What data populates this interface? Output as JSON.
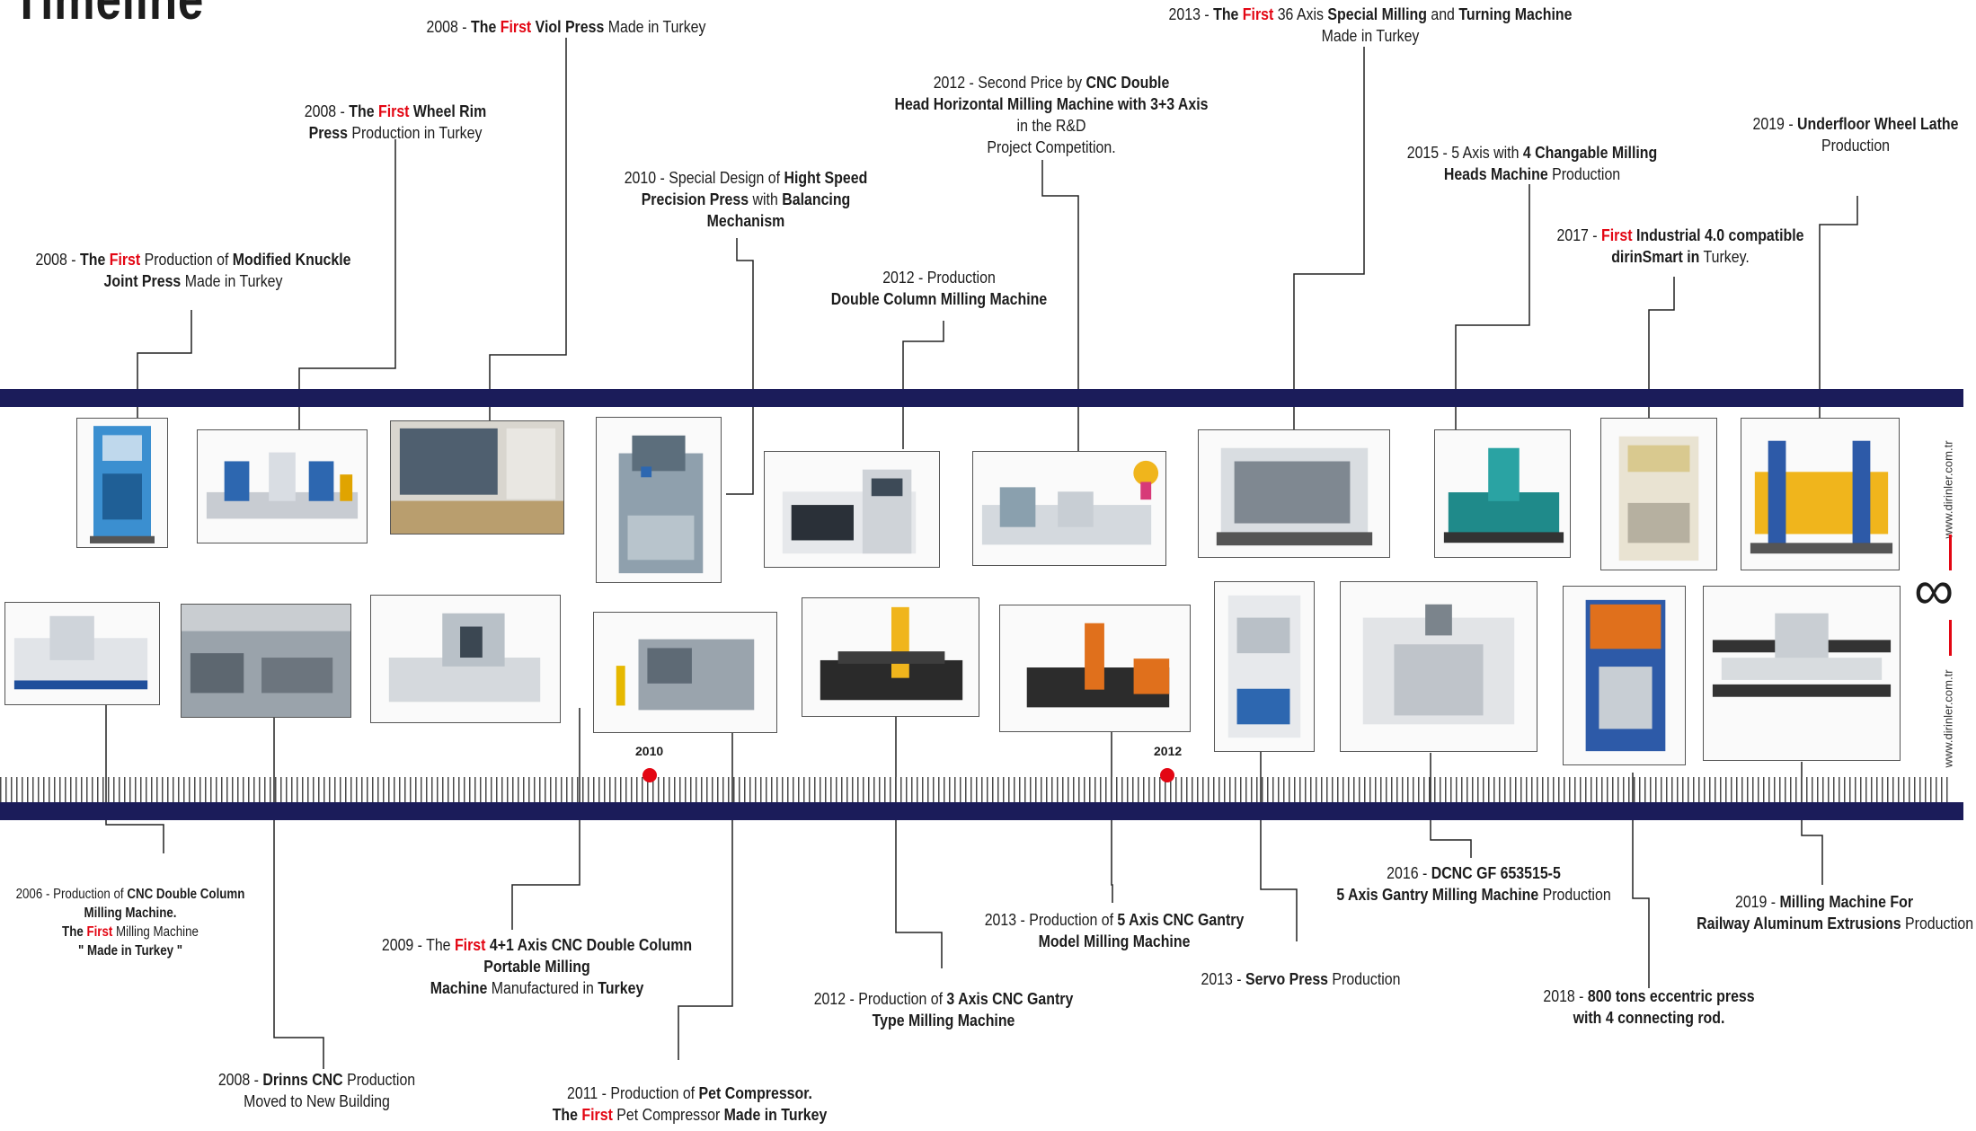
{
  "title": "Timeline",
  "website": "www.dirinler.com.tr",
  "infinity_symbol": "∞",
  "brand_colors": {
    "navy": "#1b1c5a",
    "red": "#e30613"
  },
  "year_markers": [
    {
      "label": "2010"
    },
    {
      "label": "2012"
    }
  ],
  "captions": {
    "c2008_viol": {
      "l1a": "2008 - ",
      "l1b": "The ",
      "l1c": "First",
      "l1d": " Viol Press",
      "l1e": " Made in Turkey"
    },
    "c2008_rim": {
      "l1a": "2008 - ",
      "l1b": "The ",
      "l1c": "First",
      "l1d": " Wheel Rim",
      "l2a": "Press",
      "l2b": " Production in Turkey"
    },
    "c2008_knuckle": {
      "l1a": "2008 - ",
      "l1b": "The ",
      "l1c": "First",
      "l1d": " Production of ",
      "l1e": "Modified Knuckle",
      "l2a": "Joint Press",
      "l2b": " Made in Turkey"
    },
    "c2010_precision": {
      "l1a": "2010 - Special Design of ",
      "l1b": "Hight Speed",
      "l2a": "Precision Press",
      "l2b": " with ",
      "l2c": "Balancing",
      "l3": "Mechanism"
    },
    "c2012_double": {
      "l1": "2012 - Production",
      "l2": "Double Column Milling Machine"
    },
    "c2012_price": {
      "l1a": "2012 - Second Price by ",
      "l1b": "CNC Double",
      "l2": "Head Horizontal Milling Machine with 3+3 Axis",
      "l3": "in the R&D",
      "l4": "Project Competition."
    },
    "c2013_36axis": {
      "l1a": "2013 - ",
      "l1b": "The ",
      "l1c": "First",
      "l1d": " 36 Axis ",
      "l1e": "Special Milling",
      "l1f": " and ",
      "l1g": "Turning Machine",
      "l2": "Made in Turkey"
    },
    "c2015_5axis": {
      "l1a": "2015 - 5 Axis with ",
      "l1b": "4 Changable Milling",
      "l2a": "Heads Machine",
      "l2b": " Production"
    },
    "c2017_industry": {
      "l1a": "2017 - ",
      "l1b": "First",
      "l1c": " Industrial 4.0 compatible",
      "l2a": "dirinSmart in",
      "l2b": " Turkey."
    },
    "c2019_lathe": {
      "l1a": "2019 - ",
      "l1b": "Underfloor Wheel Lathe",
      "l2": "Production"
    },
    "c2006_cnc": {
      "l1a": "2006 - Production of ",
      "l1b": "CNC Double Column",
      "l2": "Milling Machine.",
      "l3a": "The ",
      "l3b": "First",
      "l3c": " Milling Machine",
      "l4": "\" Made in Turkey \""
    },
    "c2008_drinns": {
      "l1a": "2008 - ",
      "l1b": "Drinns CNC",
      "l1c": " Production",
      "l2": "Moved to New Building"
    },
    "c2009_portable": {
      "l1a": "2009 - The ",
      "l1b": "First",
      "l1c": " 4+1 Axis CNC Double Column",
      "l2": "Portable Milling",
      "l3a": "Machine",
      "l3b": " Manufactured in ",
      "l3c": "Turkey"
    },
    "c2011_pet": {
      "l1a": "2011 - Production of ",
      "l1b": "Pet Compressor.",
      "l2a": "The ",
      "l2b": "First",
      "l2c": " Pet Compressor ",
      "l2d": "Made in Turkey"
    },
    "c2012_3axis": {
      "l1a": "2012 - Production of ",
      "l1b": "3 Axis CNC Gantry",
      "l2": "Type Milling Machine"
    },
    "c2013_5axis": {
      "l1a": "2013 - Production of ",
      "l1b": "5 Axis CNC Gantry",
      "l2": "Model Milling Machine"
    },
    "c2013_servo": {
      "l1a": "2013 - ",
      "l1b": "Servo Press",
      "l1c": " Production"
    },
    "c2016_dcnc": {
      "l1a": "2016 - ",
      "l1b": "DCNC GF 653515-5",
      "l2a": "5 Axis Gantry Milling Machine",
      "l2b": " Production"
    },
    "c2018_press": {
      "l1a": "2018 - ",
      "l1b": "800 tons eccentric press",
      "l2": "with 4 connecting rod."
    },
    "c2019_railway": {
      "l1a": "2019 - ",
      "l1b": "Milling Machine For",
      "l2a": "Railway Aluminum Extrusions",
      "l2b": " Production"
    }
  }
}
